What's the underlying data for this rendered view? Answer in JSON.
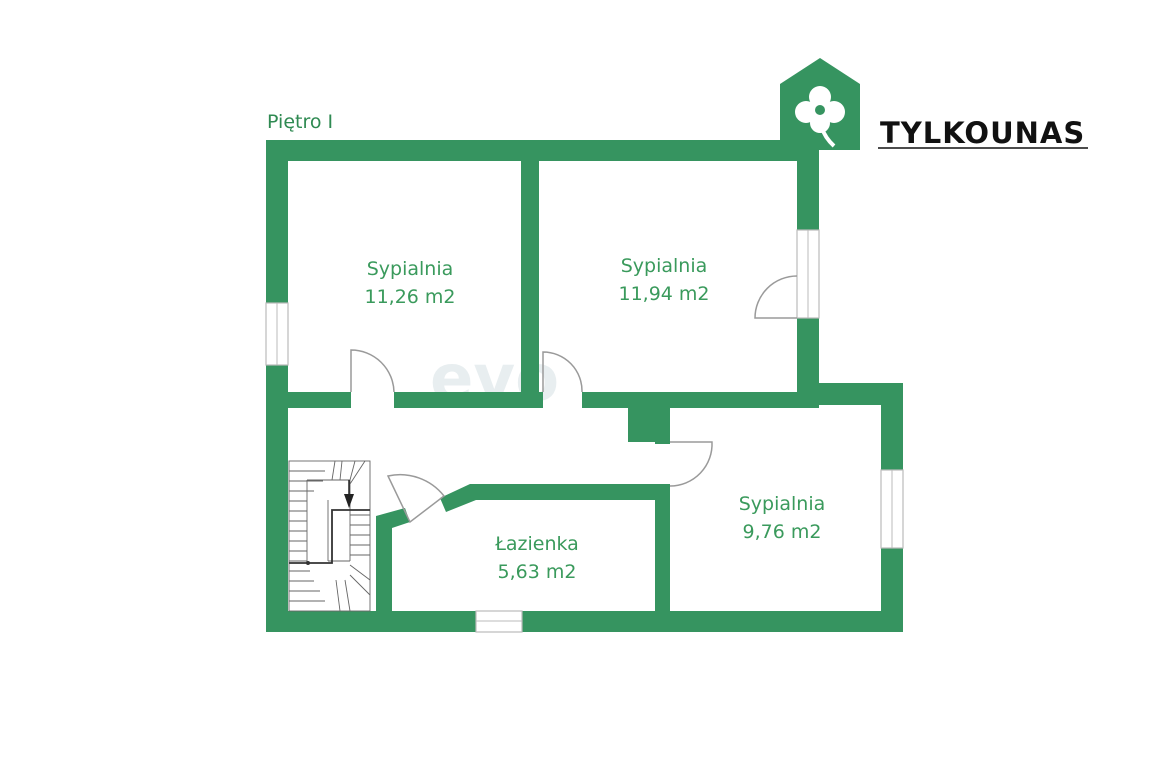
{
  "floor": {
    "label": "Piętro I"
  },
  "brand": {
    "name": "TYLKOUNAS",
    "logo_icon": "clover-house-icon",
    "color": "#369460"
  },
  "watermark": "evo",
  "rooms": [
    {
      "id": "bedroom-1",
      "name": "Sypialnia",
      "area": "11,26 m2"
    },
    {
      "id": "bedroom-2",
      "name": "Sypialnia",
      "area": "11,94 m2"
    },
    {
      "id": "bedroom-3",
      "name": "Sypialnia",
      "area": "9,76 m2"
    },
    {
      "id": "bathroom",
      "name": "Łazienka",
      "area": "5,63 m2"
    }
  ],
  "colors": {
    "wall": "#369460",
    "label": "#3a9a5c",
    "background": "#ffffff"
  }
}
